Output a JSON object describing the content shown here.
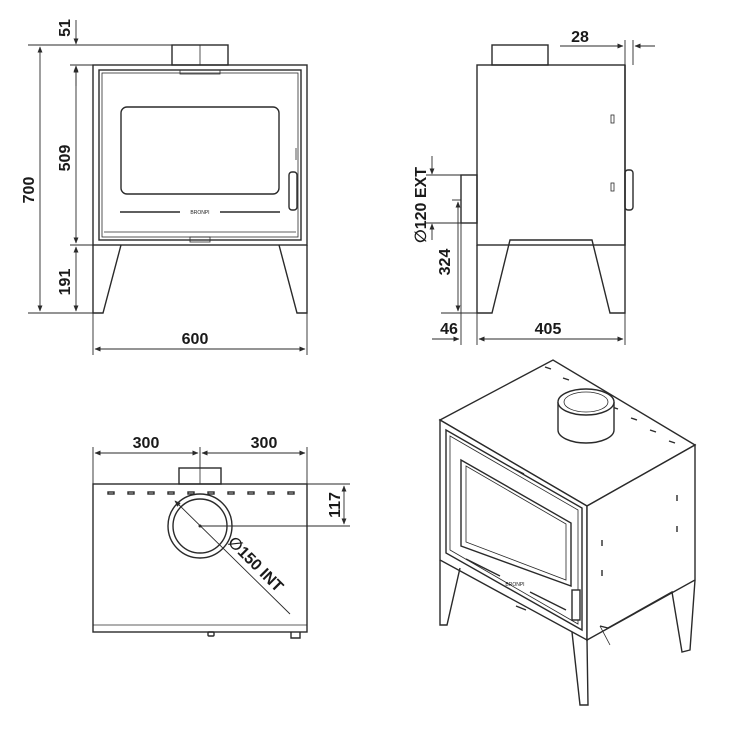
{
  "front_view": {
    "dims": {
      "top_gap": "51",
      "body_height": "509",
      "total_height": "700",
      "leg_height": "191",
      "width": "600"
    },
    "brand_mark": "BRONPI"
  },
  "side_view": {
    "dims": {
      "top_offset": "28",
      "flue_diameter": "∅120 EXT",
      "flue_height": "324",
      "flue_protrusion": "46",
      "depth": "405"
    }
  },
  "top_view": {
    "dims": {
      "left_half": "300",
      "right_half": "300",
      "flue_offset": "117",
      "flue_diameter": "∅150 INT"
    }
  },
  "iso_view": {
    "brand_mark": "BRONPI"
  }
}
